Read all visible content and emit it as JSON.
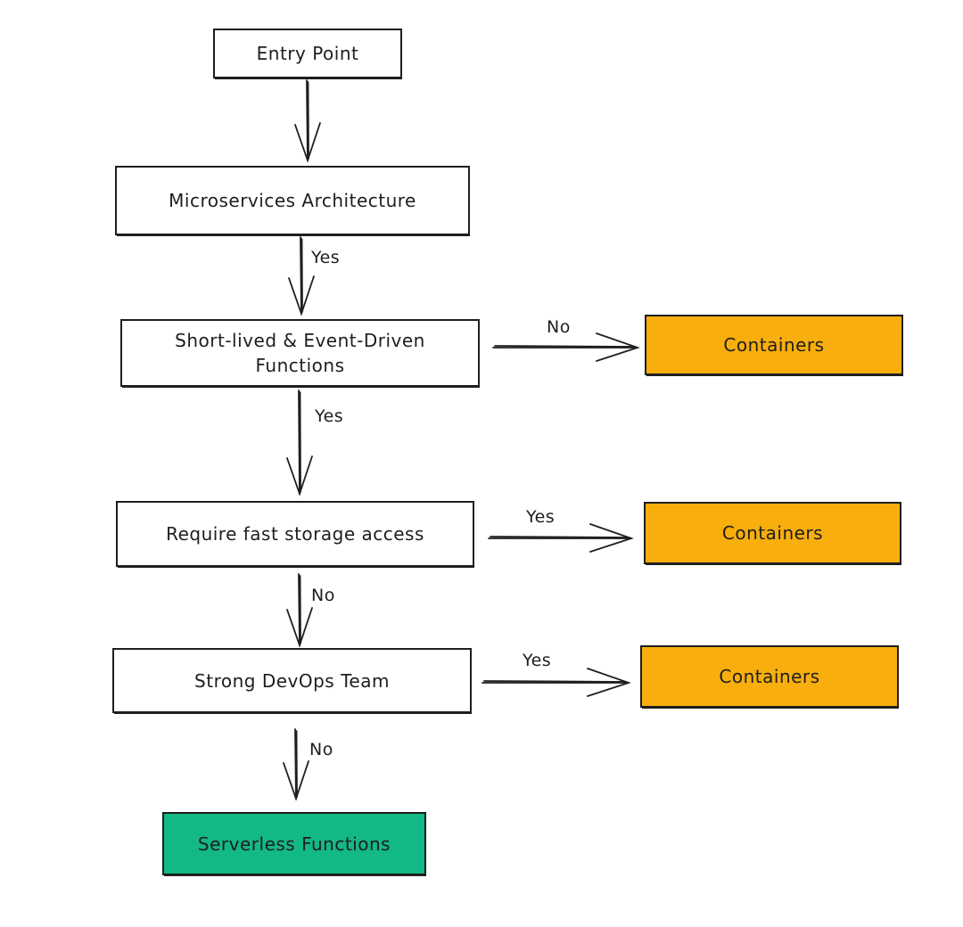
{
  "colors": {
    "stroke": "#1e1e1e",
    "node_fill": "#ffffff",
    "containers_fill": "#f8ae0d",
    "serverless_fill": "#12b886"
  },
  "nodes": {
    "entry": "Entry Point",
    "micro": "Microservices Architecture",
    "short": {
      "line1": "Short-lived & Event-Driven",
      "line2": "Functions"
    },
    "storage": "Require fast storage access",
    "devops": "Strong DevOps Team",
    "containers_1": "Containers",
    "containers_2": "Containers",
    "containers_3": "Containers",
    "serverless": "Serverless Functions"
  },
  "edges": {
    "micro_to_short": "Yes",
    "short_to_containers": "No",
    "short_to_storage": "Yes",
    "storage_to_containers": "Yes",
    "storage_to_devops": "No",
    "devops_to_containers": "Yes",
    "devops_to_serverless": "No"
  }
}
